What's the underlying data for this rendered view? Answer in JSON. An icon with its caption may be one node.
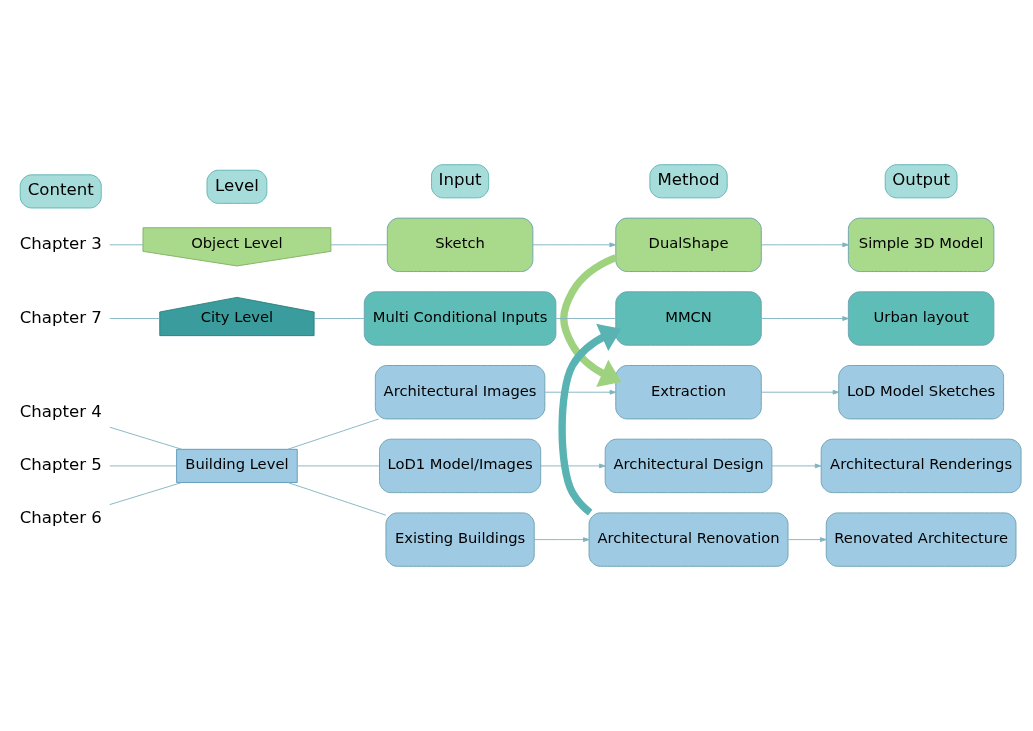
{
  "diagram": {
    "nodes": [
      {
        "text": [
          "Chapter 3"
        ]
      },
      {
        "text": [
          "Object Level"
        ]
      },
      {
        "text": [
          "Sketch"
        ]
      },
      {
        "text": [
          "DualShape"
        ]
      },
      {
        "text": [
          "Simple 3D Model"
        ]
      },
      {
        "text": [
          "Chapter 4"
        ]
      },
      {
        "text": [
          "Building Level"
        ]
      },
      {
        "text": [
          "Architectural Images"
        ]
      },
      {
        "text": [
          "Extraction"
        ]
      },
      {
        "text": [
          "LoD Model Sketches"
        ]
      },
      {
        "text": [
          "Chapter 5"
        ]
      },
      {
        "text": [
          "LoD1 Model/Images"
        ]
      },
      {
        "text": [
          "Architectural Design"
        ]
      },
      {
        "text": [
          "Architectural Renderings"
        ]
      },
      {
        "text": [
          "Chapter 6"
        ]
      },
      {
        "text": [
          "Existing Buildings"
        ]
      },
      {
        "text": [
          "Architectural Renovation"
        ]
      },
      {
        "text": [
          "Renovated Architecture"
        ]
      },
      {
        "text": [
          "Chapter 7"
        ]
      },
      {
        "text": [
          "City Level"
        ]
      },
      {
        "text": [
          "Multi Conditional Inputs"
        ]
      },
      {
        "text": [
          "MMCN"
        ]
      },
      {
        "text": [
          "Urban layout"
        ]
      },
      {
        "text": [
          "Content"
        ]
      },
      {
        "text": [
          "Level"
        ]
      },
      {
        "text": [
          "Input"
        ]
      },
      {
        "text": [
          "Method"
        ]
      },
      {
        "text": [
          "Output"
        ]
      }
    ],
    "edges": [
      {
        "from": 0,
        "to": 1,
        "arrow": "none"
      },
      {
        "from": 1,
        "to": 2,
        "arrow": "none"
      },
      {
        "from": 2,
        "to": 3,
        "arrow": "to"
      },
      {
        "from": 3,
        "to": 4,
        "arrow": "to"
      },
      {
        "from": 3,
        "to": 8,
        "arrow": "to",
        "style": "thick",
        "color": "#9fd27e"
      },
      {
        "from": 5,
        "to": 6,
        "arrow": "none"
      },
      {
        "from": 6,
        "to": 7,
        "arrow": "none"
      },
      {
        "from": 7,
        "to": 8,
        "arrow": "to"
      },
      {
        "from": 8,
        "to": 9,
        "arrow": "to"
      },
      {
        "from": 10,
        "to": 6,
        "arrow": "none"
      },
      {
        "from": 6,
        "to": 11,
        "arrow": "none"
      },
      {
        "from": 11,
        "to": 12,
        "arrow": "to"
      },
      {
        "from": 12,
        "to": 13,
        "arrow": "to"
      },
      {
        "from": 14,
        "to": 6,
        "arrow": "none"
      },
      {
        "from": 6,
        "to": 15,
        "arrow": "none"
      },
      {
        "from": 15,
        "to": 16,
        "arrow": "to"
      },
      {
        "from": 16,
        "to": 17,
        "arrow": "to"
      },
      {
        "from": 16,
        "to": 21,
        "arrow": "to",
        "style": "thick",
        "color": "#5ab3b3"
      },
      {
        "from": 18,
        "to": 19,
        "arrow": "none"
      },
      {
        "from": 19,
        "to": 20,
        "arrow": "none"
      },
      {
        "from": 20,
        "to": 21,
        "arrow": "none"
      },
      {
        "from": 21,
        "to": 22,
        "arrow": "to"
      }
    ]
  }
}
